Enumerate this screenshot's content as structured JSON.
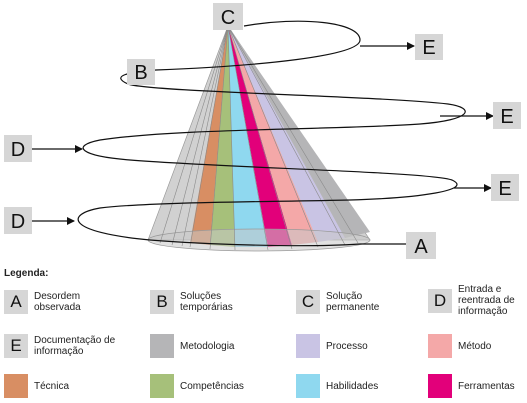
{
  "diagram": {
    "labels": {
      "top": "C",
      "upper_left": "B",
      "mid_left": "D",
      "lower_left": "D",
      "bottom_right": "A",
      "exit_1": "E",
      "exit_2": "E",
      "exit_3": "E"
    }
  },
  "legend": {
    "title": "Legenda:",
    "items": [
      {
        "key": "A",
        "text": "Desordem observada",
        "color": "#d6d6d6"
      },
      {
        "key": "B",
        "text": "Soluções temporárias",
        "color": "#d6d6d6"
      },
      {
        "key": "C",
        "text": "Solução permanente",
        "color": "#d6d6d6"
      },
      {
        "key": "D",
        "text": "Entrada e reentrada de informação",
        "color": "#d6d6d6"
      },
      {
        "key": "E",
        "text": "Documentação de informação",
        "color": "#d6d6d6"
      },
      {
        "key": "",
        "text": "Metodologia",
        "color": "#b5b5b7"
      },
      {
        "key": "",
        "text": "Processo",
        "color": "#c9c4e4"
      },
      {
        "key": "",
        "text": "Método",
        "color": "#f4a8a8"
      },
      {
        "key": "",
        "text": "Técnica",
        "color": "#d88e63"
      },
      {
        "key": "",
        "text": "Competências",
        "color": "#a6c07a"
      },
      {
        "key": "",
        "text": "Habilidades",
        "color": "#8fd8ef"
      },
      {
        "key": "",
        "text": "Ferramentas",
        "color": "#e2007a"
      }
    ]
  }
}
